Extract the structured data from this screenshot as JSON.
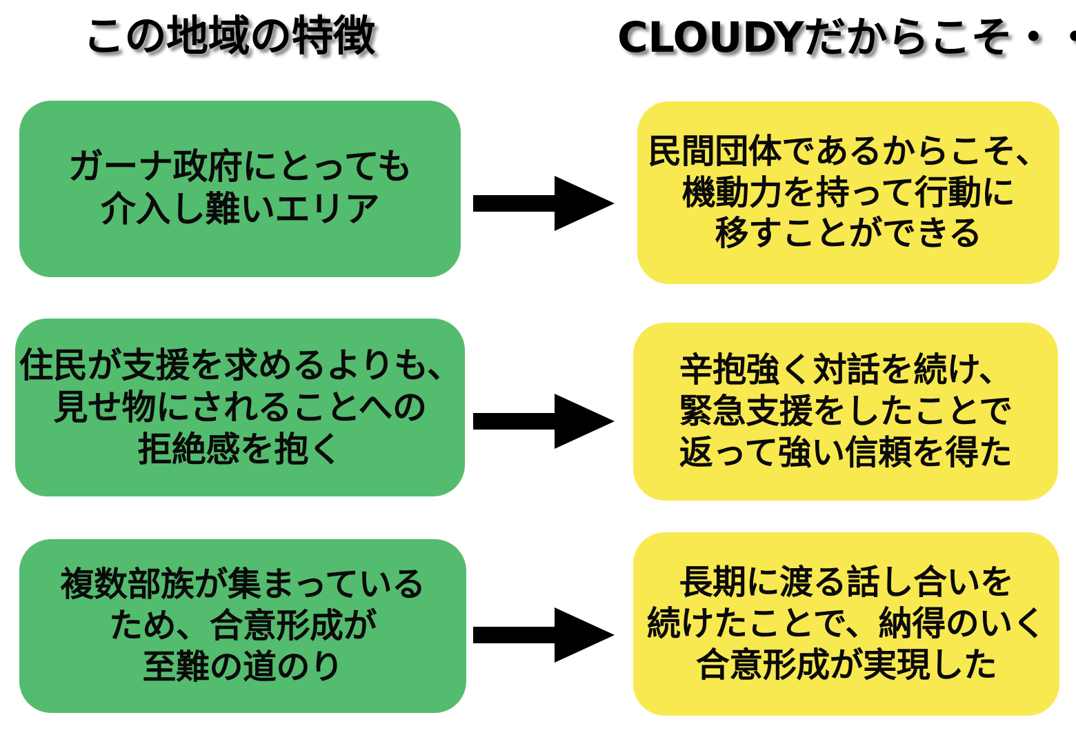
{
  "headings": {
    "left": "この地域の特徴",
    "right": "CLOUDYだからこそ・・"
  },
  "colors": {
    "green": "#54bc6e",
    "yellow": "#f9e950",
    "arrow": "#000000",
    "text": "#0a0a0a",
    "background": "#ffffff"
  },
  "rows": [
    {
      "problem": "ガーナ政府にとっても\n介入し難いエリア",
      "arrow": "right-arrow-icon",
      "solution": "民間団体であるからこそ、\n機動力を持って行動に\n移すことができる"
    },
    {
      "problem": "住民が支援を求めるよりも、\n見せ物にされることへの\n拒絶感を抱く",
      "arrow": "right-arrow-icon",
      "solution": "辛抱強く対話を続け、\n緊急支援をしたことで\n返って強い信頼を得た"
    },
    {
      "problem": "複数部族が集まっている\nため、合意形成が\n至難の道のり",
      "arrow": "right-arrow-icon",
      "solution": "長期に渡る話し合いを\n続けたことで、納得のいく\n合意形成が実現した"
    }
  ]
}
